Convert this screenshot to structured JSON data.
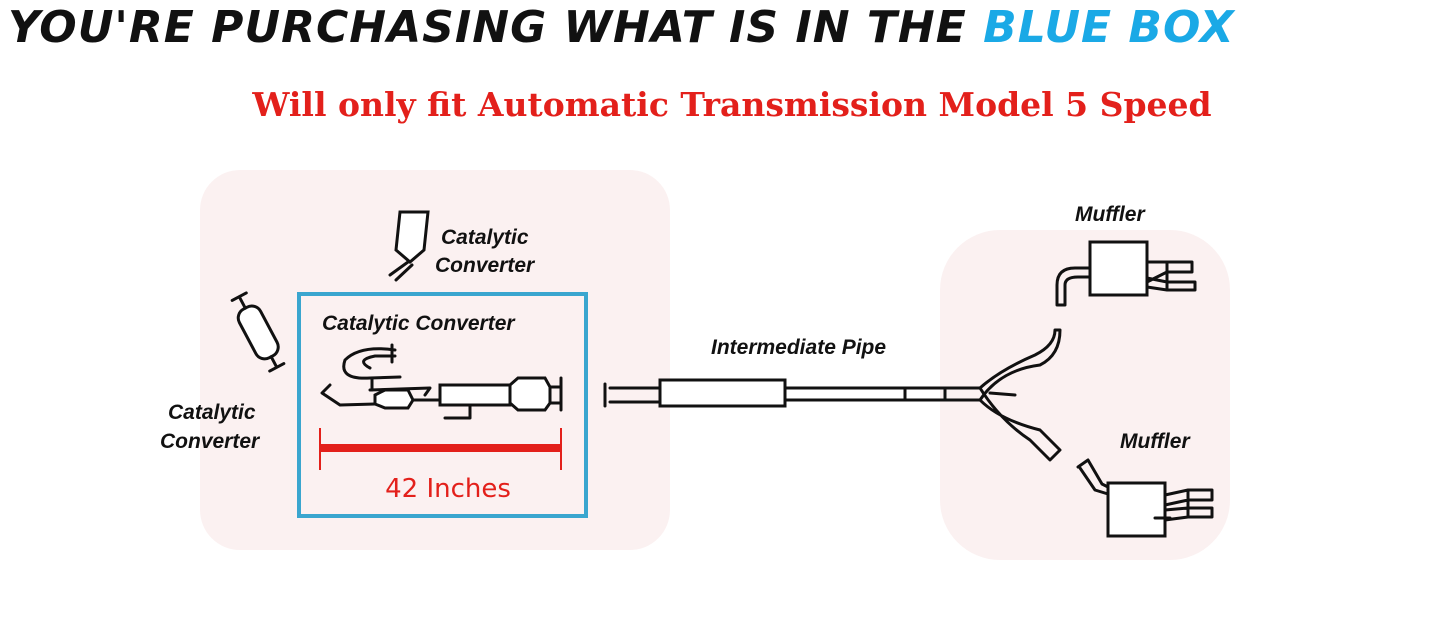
{
  "header": {
    "title_prefix": "YOU'RE PURCHASING WHAT IS IN THE",
    "title_highlight": "BLUE BOX",
    "highlight_color": "#1aa9e6"
  },
  "notice": {
    "text": "Will only fit Automatic Transmission Model 5 Speed",
    "color": "#e3201b"
  },
  "diagram": {
    "labels": {
      "cat_top": [
        "Catalytic",
        "Converter"
      ],
      "cat_left": [
        "Catalytic",
        "Converter"
      ],
      "cat_box": "Catalytic Converter",
      "intermediate": "Intermediate Pipe",
      "muffler_top": "Muffler",
      "muffler_bottom": "Muffler"
    },
    "measurement": {
      "text": "42 Inches",
      "color": "#e3201b"
    },
    "box_color": "#3aa6cf"
  }
}
